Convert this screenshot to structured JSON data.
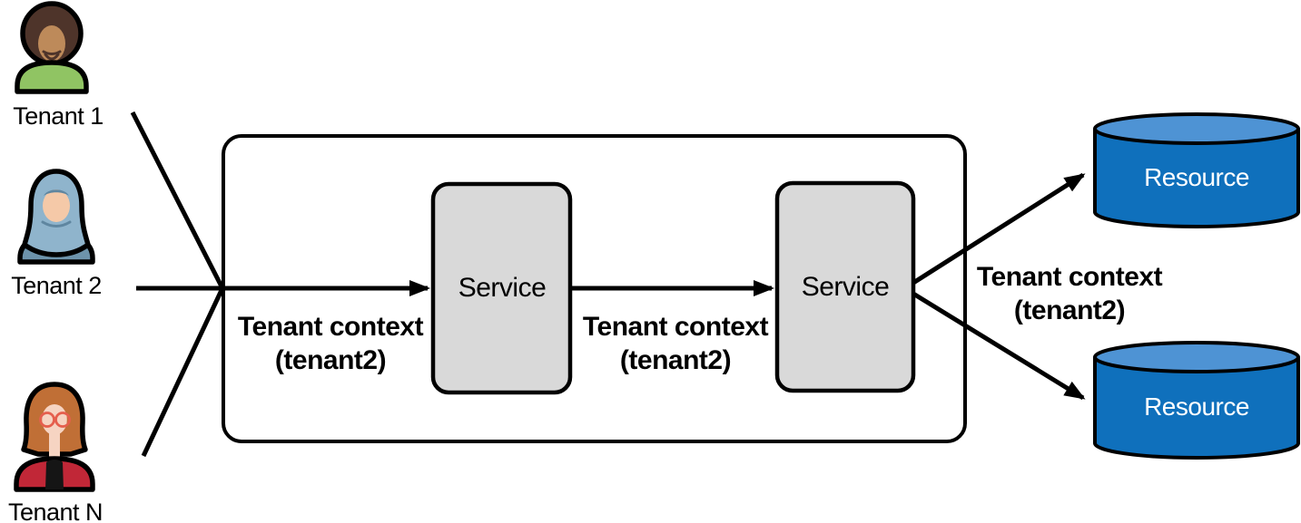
{
  "tenants": [
    {
      "label": "Tenant 1",
      "icon": "person-avatar-afro-beard-green-shirt"
    },
    {
      "label": "Tenant 2",
      "icon": "person-avatar-hijab"
    },
    {
      "label": "Tenant N",
      "icon": "person-avatar-glasses-red-cardigan"
    }
  ],
  "system": {
    "services": [
      {
        "label": "Service"
      },
      {
        "label": "Service"
      }
    ]
  },
  "resources": [
    {
      "label": "Resource"
    },
    {
      "label": "Resource"
    }
  ],
  "context_labels": [
    {
      "line1": "Tenant context",
      "line2": "(tenant2)"
    },
    {
      "line1": "Tenant context",
      "line2": "(tenant2)"
    },
    {
      "line1": "Tenant context",
      "line2": "(tenant2)"
    }
  ],
  "colors": {
    "stroke": "#000000",
    "service_fill": "#d9d9d9",
    "resource_body": "#0f70bc",
    "resource_top": "#4e93d4",
    "resource_text": "#ffffff",
    "avatar1_hair": "#4e342a",
    "avatar1_skin": "#bd8a5a",
    "avatar1_shirt": "#90c463",
    "avatar2_hijab": "#8fb4cc",
    "avatar2_hijab_dark": "#5f86a0",
    "avatar2_skin": "#f5c9a8",
    "avatar2_body": "#6d93ab",
    "avatar3_hair": "#c06f36",
    "avatar3_skin": "#f6d4c2",
    "avatar3_glasses": "#e55f4d",
    "avatar3_cardigan": "#c12737",
    "avatar3_top": "#151515"
  }
}
